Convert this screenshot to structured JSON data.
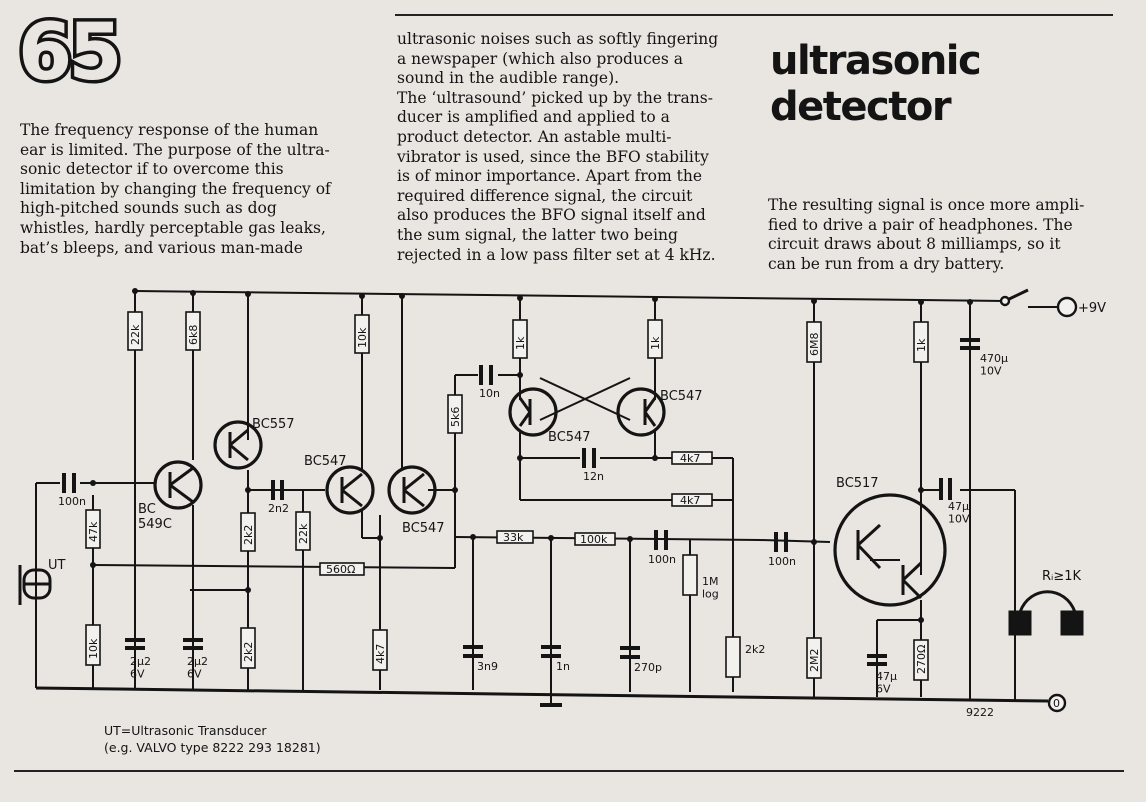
{
  "article": {
    "number": "65",
    "title": "ultrasonic\ndetector",
    "col1": "The frequency response of the human\near is limited. The purpose of the ultra-\nsonic detector if to overcome this\nlimitation by changing the frequency of\nhigh-pitched sounds such as dog\nwhistles, hardly perceptable gas leaks,\nbat’s bleeps, and various man-made",
    "col2": "ultrasonic noises such as softly fingering\na newspaper (which also produces a\nsound in the audible range).\nThe ‘ultrasound’ picked up by the trans-\nducer is amplified and applied to a\nproduct detector. An astable multi-\nvibrator is used, since the BFO stability\nis of minor importance. Apart from the\nrequired difference signal, the circuit\nalso produces the BFO signal itself and\nthe sum signal, the latter two being\nrejected in a low pass filter set at 4 kHz.",
    "col3": "The resulting signal is once more ampli-\nfied to drive a pair of headphones. The\ncircuit draws about 8 milliamps, so it\ncan be run from a dry battery."
  },
  "schematic": {
    "supply": "+9V",
    "ground": "0",
    "code": "9222",
    "ut_label": "UT",
    "headphones": "Rᵢ≥1K",
    "transistors": {
      "t1": "BC\n549C",
      "t2": "BC557",
      "t3": "BC547",
      "t4": "BC547",
      "t5": "BC547",
      "t6": "BC547",
      "t7": "BC517"
    },
    "resistors": {
      "r22k_a": "22k",
      "r6k8": "6k8",
      "r47k": "47k",
      "r10k_a": "10k",
      "r2k2_a": "2k2",
      "r2k2_b": "2k2",
      "r22k_b": "22k",
      "r560": "560Ω",
      "r10k_b": "10k",
      "r4k7_a": "4k7",
      "r5k6": "5k6",
      "r1k_a": "1k",
      "r1k_b": "1k",
      "r4k7_b": "4k7",
      "r4k7_c": "4k7",
      "r33k": "33k",
      "r100k": "100k",
      "r6m8": "6M8",
      "r2m2": "2M2",
      "r1k_c": "1k",
      "r270": "270Ω",
      "pot1m": "1M\nlog",
      "trim2k2": "2k2"
    },
    "capacitors": {
      "c100n_a": "100n",
      "c2n2": "2n2",
      "c2u2_a": "2µ2\n6V",
      "c2u2_b": "2µ2\n6V",
      "c10n": "10n",
      "c12n": "12n",
      "c100n_b": "100n",
      "c3n9": "3n9",
      "c1n": "1n",
      "c270p": "270p",
      "c100n_c": "100n",
      "c47u_a": "47µ\n10V",
      "c470u": "470µ\n10V",
      "c47u_b": "47µ\n6V"
    },
    "notes": {
      "ut_def": "UT=Ultrasonic Transducer\n  (e.g. VALVO type 8222  293  18281)"
    }
  }
}
